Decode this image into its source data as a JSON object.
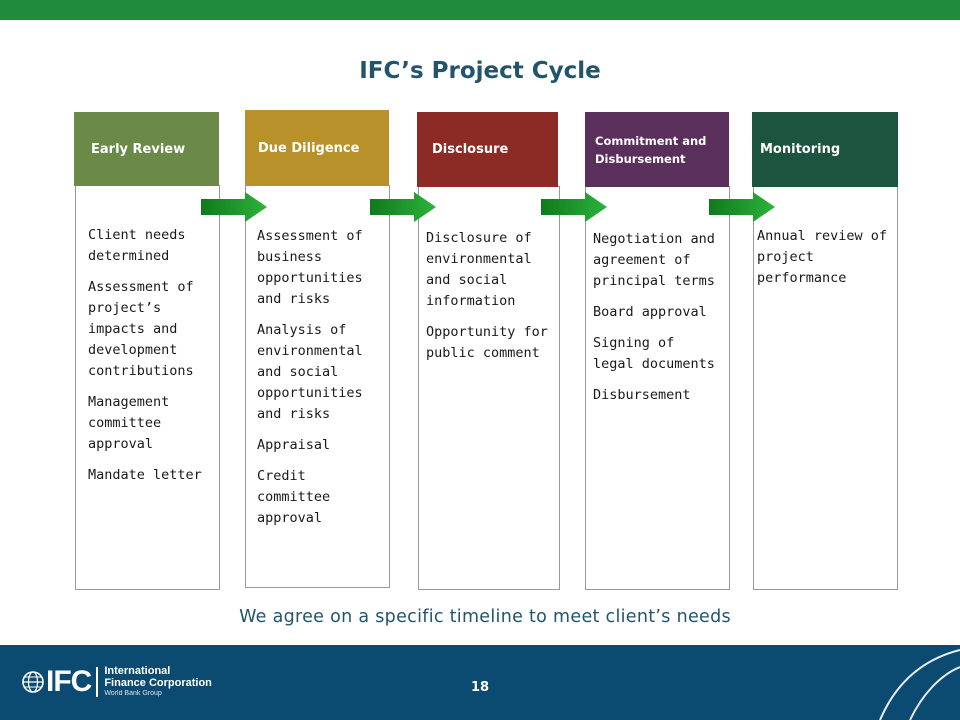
{
  "slide": {
    "title": "IFC’s Project Cycle",
    "tagline": "We agree on a specific timeline to meet client’s needs",
    "page_number": "18"
  },
  "colors": {
    "top_bar": "#1e8c3c",
    "title": "#22546e",
    "footer": "#0c4b71",
    "arrow": "#1a9a2a"
  },
  "stages": [
    {
      "label": "Early Review",
      "color": "#6b8a48",
      "items": [
        "Client needs determined",
        "Assessment of project’s impacts and development contributions",
        "Management committee approval",
        "Mandate letter"
      ]
    },
    {
      "label": "Due Diligence",
      "color": "#b8912a",
      "items": [
        "Assessment of business opportunities and risks",
        "Analysis of environmental and social opportunities and risks",
        "Appraisal",
        "Credit committee approval"
      ]
    },
    {
      "label": "Disclosure",
      "color": "#8c2a26",
      "items": [
        "Disclosure of environmental and social information",
        "Opportunity for public comment"
      ]
    },
    {
      "label": "Commitment and Disbursement",
      "color": "#5a2f5c",
      "items": [
        "Negotiation and agreement of principal terms",
        "Board approval",
        "Signing of legal documents",
        "Disbursement"
      ]
    },
    {
      "label": "Monitoring",
      "color": "#1c5440",
      "items": [
        "Annual review of project performance"
      ]
    }
  ],
  "logo": {
    "mark": "IFC",
    "line1": "International",
    "line2": "Finance Corporation",
    "line3": "World Bank Group"
  }
}
